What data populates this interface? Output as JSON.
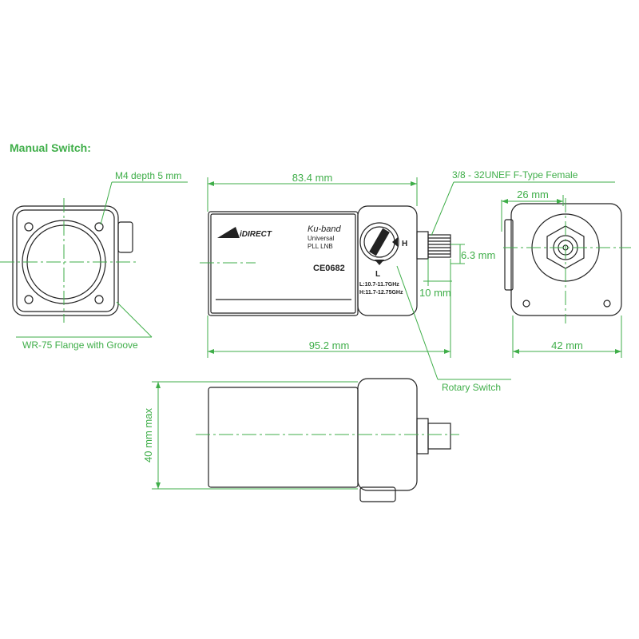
{
  "heading": "Manual Switch:",
  "callouts": {
    "m4_depth": "M4 depth 5 mm",
    "flange": "WR-75 Flange with Groove",
    "f_type": "3/8 - 32UNEF F-Type Female",
    "rotary_switch": "Rotary Switch"
  },
  "dimensions": {
    "length_top": "83.4 mm",
    "length_bottom": "95.2 mm",
    "connector_dia": "6.3 mm",
    "connector_len": "10 mm",
    "side_top": "26 mm",
    "side_width": "42 mm",
    "height_max": "40 mm max"
  },
  "label": {
    "brand": "iDIRECT",
    "band": "Ku-band",
    "line1": "Universal",
    "line2": "PLL LNB",
    "ce": "CE0682",
    "switch_h": "H",
    "switch_l": "L",
    "freq_l": "L:10.7-11.7GHz",
    "freq_h": "H:11.7-12.75GHz"
  },
  "colors": {
    "accent": "#3fae49",
    "line": "#222222"
  }
}
